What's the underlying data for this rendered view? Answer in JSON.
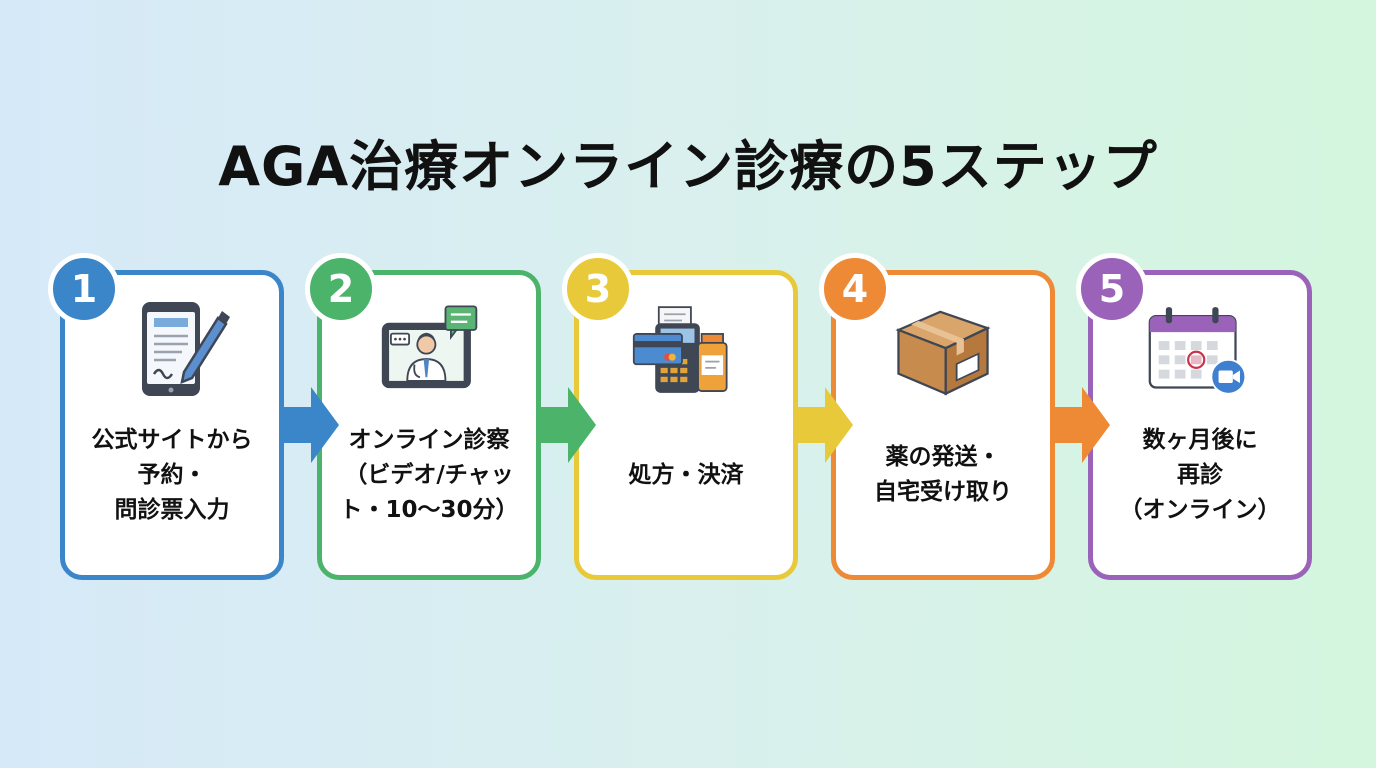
{
  "title": "AGA治療オンライン診療の5ステップ",
  "steps": [
    {
      "number": "1",
      "lines": [
        "公式サイトから",
        "予約・",
        "問診票入力"
      ],
      "color": "#3a86c8"
    },
    {
      "number": "2",
      "lines": [
        "オンライン診察",
        "（ビデオ/チャッ",
        "ト・10〜30分）"
      ],
      "color": "#4cb36b"
    },
    {
      "number": "3",
      "lines": [
        "処方・決済"
      ],
      "color": "#e8c93a"
    },
    {
      "number": "4",
      "lines": [
        "薬の発送・",
        "自宅受け取り"
      ],
      "color": "#ee8a35"
    },
    {
      "number": "5",
      "lines": [
        "数ヶ月後に",
        "再診",
        "（オンライン）"
      ],
      "color": "#9a62b8"
    }
  ]
}
